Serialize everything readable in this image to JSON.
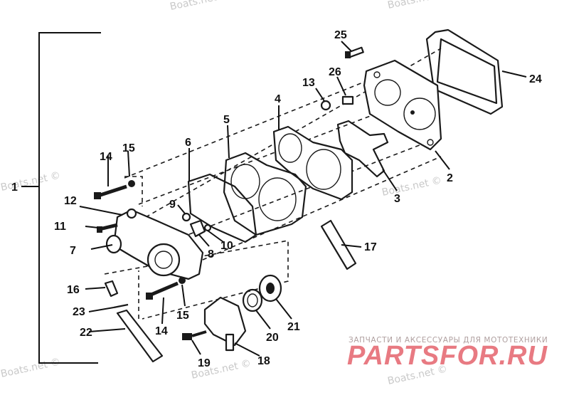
{
  "diagram": {
    "callouts": [
      {
        "id": "1",
        "label": "1"
      },
      {
        "id": "2",
        "label": "2"
      },
      {
        "id": "3",
        "label": "3"
      },
      {
        "id": "4",
        "label": "4"
      },
      {
        "id": "5",
        "label": "5"
      },
      {
        "id": "6",
        "label": "6"
      },
      {
        "id": "7",
        "label": "7"
      },
      {
        "id": "8",
        "label": "8"
      },
      {
        "id": "9",
        "label": "9"
      },
      {
        "id": "10",
        "label": "10"
      },
      {
        "id": "11",
        "label": "11"
      },
      {
        "id": "12",
        "label": "12"
      },
      {
        "id": "13",
        "label": "13"
      },
      {
        "id": "14a",
        "label": "14"
      },
      {
        "id": "14b",
        "label": "14"
      },
      {
        "id": "15a",
        "label": "15"
      },
      {
        "id": "15b",
        "label": "15"
      },
      {
        "id": "16",
        "label": "16"
      },
      {
        "id": "17",
        "label": "17"
      },
      {
        "id": "18",
        "label": "18"
      },
      {
        "id": "19",
        "label": "19"
      },
      {
        "id": "20",
        "label": "20"
      },
      {
        "id": "21",
        "label": "21"
      },
      {
        "id": "22",
        "label": "22"
      },
      {
        "id": "23",
        "label": "23"
      },
      {
        "id": "24",
        "label": "24"
      },
      {
        "id": "25",
        "label": "25"
      },
      {
        "id": "26",
        "label": "26"
      }
    ]
  },
  "watermarks": {
    "boats_net": "Boats.net ©"
  },
  "branding": {
    "tagline": "ЗАПЧАСТИ И АКСЕССУАРЫ ДЛЯ МОТОТЕХНИКИ",
    "logo_text": "PARTSFOR.RU",
    "logo_color": "#e87a82"
  }
}
